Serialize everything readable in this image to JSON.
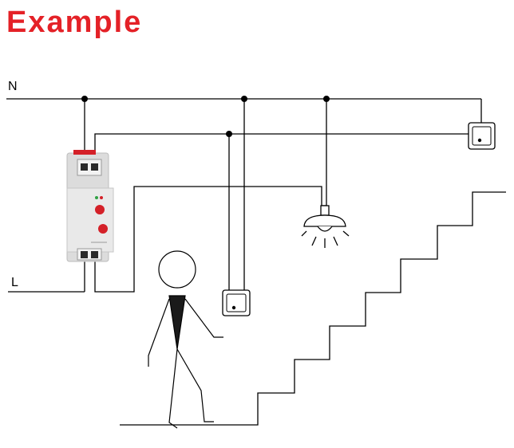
{
  "title": "Example",
  "labels": {
    "neutral": "N",
    "line": "L"
  },
  "colors": {
    "title": "#e42127",
    "wire": "#000000",
    "relay_body": "#dedede",
    "relay_accent": "#d42028"
  },
  "icons": [
    "relay-module-icon",
    "push-button-icon",
    "ceiling-lamp-icon",
    "stick-figure-icon",
    "staircase-icon"
  ]
}
